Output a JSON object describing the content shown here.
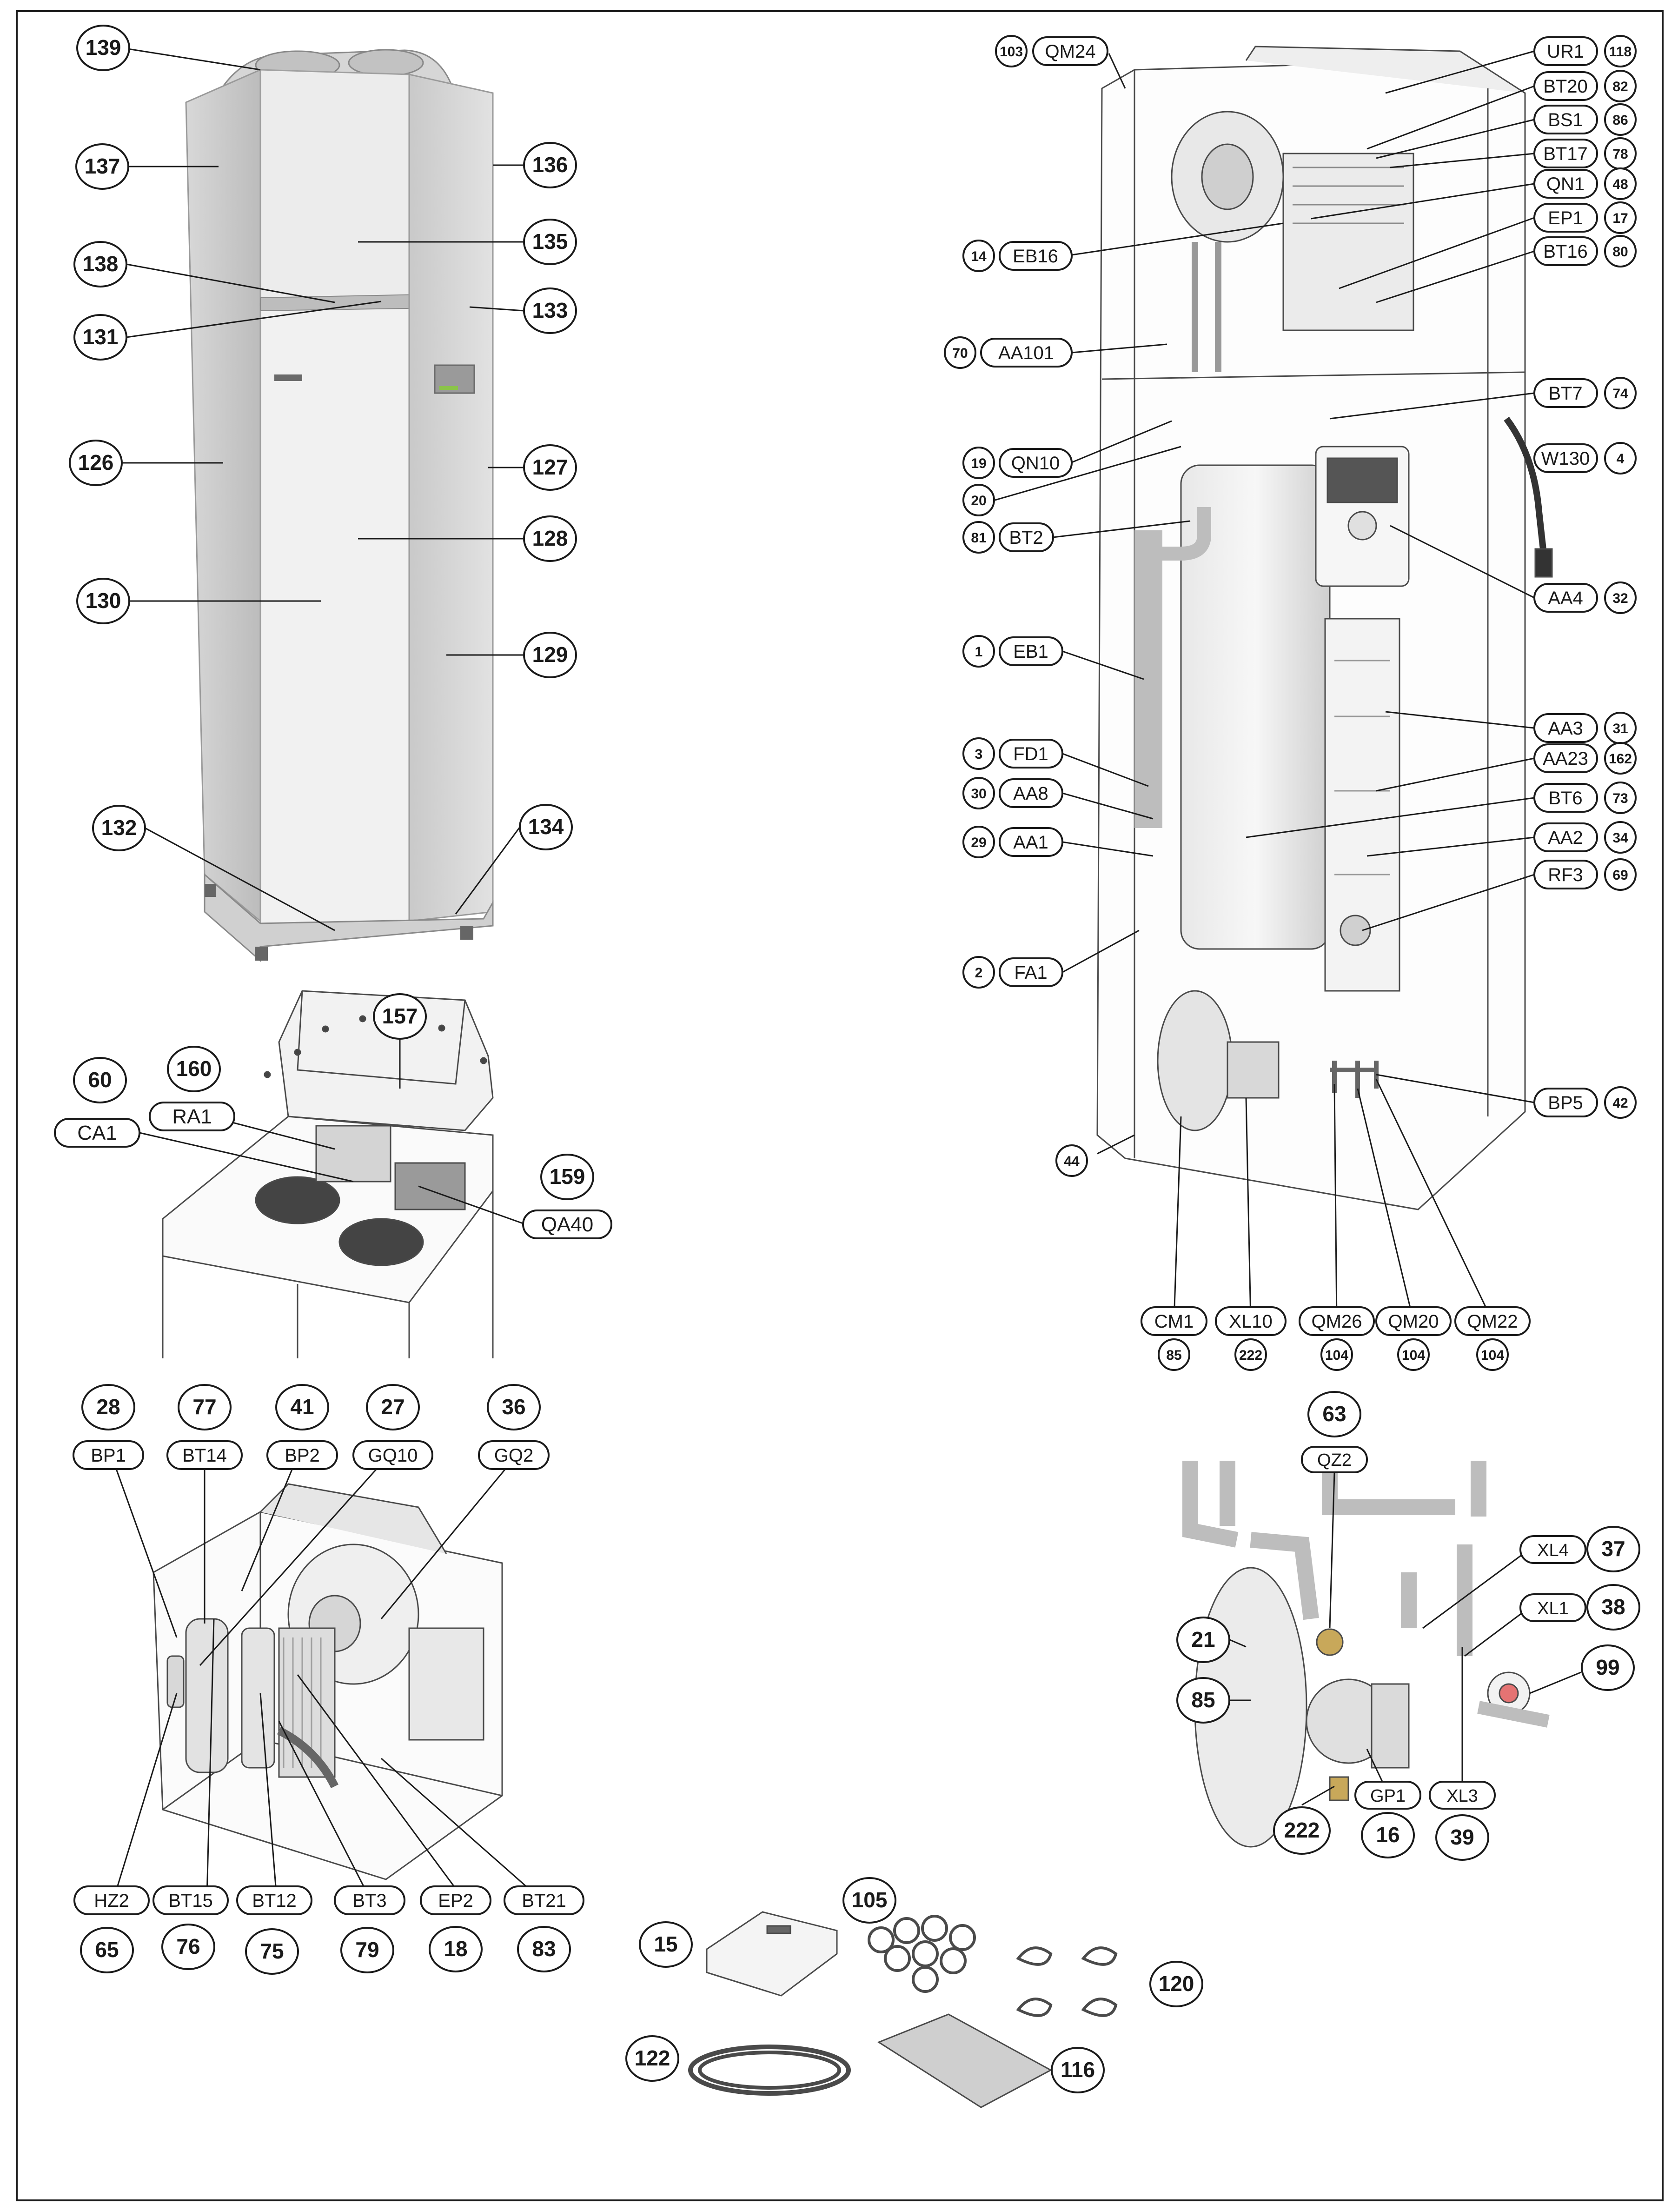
{
  "colors": {
    "line": "#1a1a1a",
    "panel_light": "#e6e6e6",
    "panel_mid": "#cfcfcf",
    "panel_dark": "#b5b5b5",
    "tank": "#d9d9d9",
    "outline": "#4a4a4a"
  },
  "front_view": {
    "labels": [
      {
        "n": "139"
      },
      {
        "n": "137"
      },
      {
        "n": "136"
      },
      {
        "n": "135"
      },
      {
        "n": "138"
      },
      {
        "n": "131"
      },
      {
        "n": "133"
      },
      {
        "n": "126"
      },
      {
        "n": "127"
      },
      {
        "n": "128"
      },
      {
        "n": "130"
      },
      {
        "n": "129"
      },
      {
        "n": "132"
      },
      {
        "n": "134"
      }
    ]
  },
  "top_module": {
    "labels": [
      {
        "n": "157"
      },
      {
        "n": "60"
      },
      {
        "n": "160"
      },
      {
        "n": "159"
      }
    ],
    "codes": [
      {
        "c": "CA1"
      },
      {
        "c": "RA1"
      },
      {
        "c": "QA40"
      }
    ]
  },
  "interior_view": {
    "left_items": [
      {
        "n": "103",
        "c": "QM24"
      },
      {
        "n": "14",
        "c": "EB16"
      },
      {
        "n": "70",
        "c": "AA101"
      },
      {
        "n": "19",
        "c": "QN10"
      },
      {
        "n": "20",
        "c": ""
      },
      {
        "n": "81",
        "c": "BT2"
      },
      {
        "n": "1",
        "c": "EB1"
      },
      {
        "n": "3",
        "c": "FD1"
      },
      {
        "n": "30",
        "c": "AA8"
      },
      {
        "n": "29",
        "c": "AA1"
      },
      {
        "n": "2",
        "c": "FA1"
      },
      {
        "n": "44",
        "c": ""
      }
    ],
    "right_items": [
      {
        "c": "UR1",
        "n": "118"
      },
      {
        "c": "BT20",
        "n": "82"
      },
      {
        "c": "BS1",
        "n": "86"
      },
      {
        "c": "BT17",
        "n": "78"
      },
      {
        "c": "QN1",
        "n": "48"
      },
      {
        "c": "EP1",
        "n": "17"
      },
      {
        "c": "BT16",
        "n": "80"
      },
      {
        "c": "BT7",
        "n": "74"
      },
      {
        "c": "W130",
        "n": "4"
      },
      {
        "c": "AA4",
        "n": "32"
      },
      {
        "c": "AA3",
        "n": "31"
      },
      {
        "c": "AA23",
        "n": "162"
      },
      {
        "c": "BT6",
        "n": "73"
      },
      {
        "c": "AA2",
        "n": "34"
      },
      {
        "c": "RF3",
        "n": "69"
      },
      {
        "c": "BP5",
        "n": "42"
      }
    ],
    "bottom_items": [
      {
        "c": "CM1",
        "n": "85"
      },
      {
        "c": "XL10",
        "n": "222"
      },
      {
        "c": "QM26",
        "n": "104"
      },
      {
        "c": "QM20",
        "n": "104"
      },
      {
        "c": "QM22",
        "n": "104"
      }
    ]
  },
  "compressor_module": {
    "top_items": [
      {
        "n": "28",
        "c": "BP1"
      },
      {
        "n": "77",
        "c": "BT14"
      },
      {
        "n": "41",
        "c": "BP2"
      },
      {
        "n": "27",
        "c": "GQ10"
      },
      {
        "n": "36",
        "c": "GQ2"
      }
    ],
    "bottom_items": [
      {
        "c": "HZ2",
        "n": "65"
      },
      {
        "c": "BT15",
        "n": "76"
      },
      {
        "c": "BT12",
        "n": "75"
      },
      {
        "c": "BT3",
        "n": "79"
      },
      {
        "c": "EP2",
        "n": "18"
      },
      {
        "c": "BT21",
        "n": "83"
      }
    ]
  },
  "pump_module": {
    "items": [
      {
        "n": "63",
        "c": "QZ2"
      },
      {
        "c": "XL4",
        "n": "37"
      },
      {
        "c": "XL1",
        "n": "38"
      },
      {
        "n": "21",
        "c": ""
      },
      {
        "n": "85",
        "c": ""
      },
      {
        "n": "99",
        "c": ""
      },
      {
        "n": "222",
        "c": ""
      },
      {
        "c": "GP1",
        "n": "16"
      },
      {
        "c": "XL3",
        "n": "39"
      }
    ]
  },
  "accessories": {
    "labels": [
      {
        "n": "105"
      },
      {
        "n": "15"
      },
      {
        "n": "120"
      },
      {
        "n": "122"
      },
      {
        "n": "116"
      }
    ]
  }
}
